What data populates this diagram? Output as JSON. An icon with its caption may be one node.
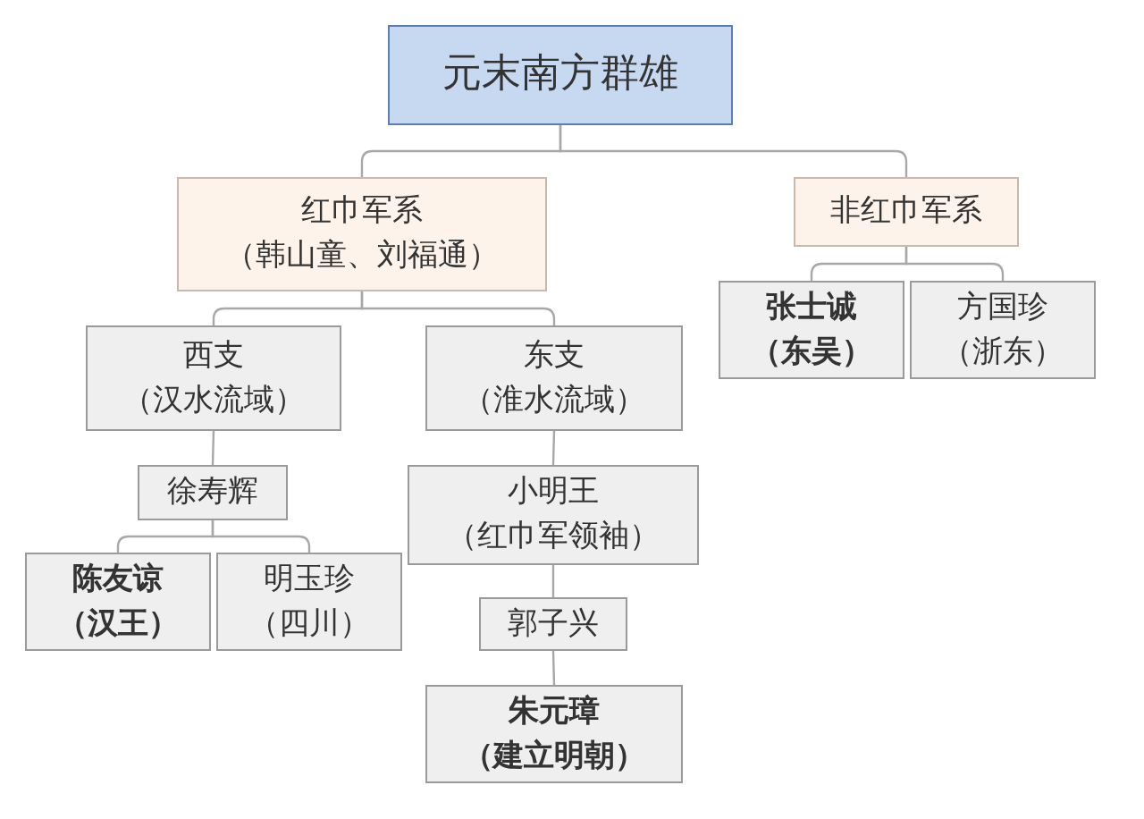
{
  "diagram": {
    "nodes": [
      {
        "text": [
          "元末南方群雄"
        ]
      },
      {
        "text": [
          "红巾军系",
          "（韩山童、刘福通）"
        ]
      },
      {
        "text": [
          "非红巾军系"
        ]
      },
      {
        "text": [
          "西支",
          "（汉水流域）"
        ]
      },
      {
        "text": [
          "东支",
          "（淮水流域）"
        ]
      },
      {
        "text": [
          "张士诚",
          "（东吴）"
        ]
      },
      {
        "text": [
          "方国珍",
          "（浙东）"
        ]
      },
      {
        "text": [
          "徐寿辉"
        ]
      },
      {
        "text": [
          "小明王",
          "（红巾军领袖）"
        ]
      },
      {
        "text": [
          "陈友谅",
          "（汉王）"
        ]
      },
      {
        "text": [
          "明玉珍",
          "（四川）"
        ]
      },
      {
        "text": [
          "郭子兴"
        ]
      },
      {
        "text": [
          "朱元璋",
          "（建立明朝）"
        ]
      }
    ],
    "edges": [
      {
        "from": 0,
        "to": 1,
        "arrow": "none"
      },
      {
        "from": 0,
        "to": 2,
        "arrow": "none"
      },
      {
        "from": 1,
        "to": 3,
        "arrow": "none"
      },
      {
        "from": 1,
        "to": 4,
        "arrow": "none"
      },
      {
        "from": 2,
        "to": 5,
        "arrow": "none"
      },
      {
        "from": 2,
        "to": 6,
        "arrow": "none"
      },
      {
        "from": 3,
        "to": 7,
        "arrow": "none"
      },
      {
        "from": 4,
        "to": 8,
        "arrow": "none"
      },
      {
        "from": 7,
        "to": 9,
        "arrow": "none"
      },
      {
        "from": 7,
        "to": 10,
        "arrow": "none"
      },
      {
        "from": 8,
        "to": 11,
        "arrow": "none"
      },
      {
        "from": 11,
        "to": 12,
        "arrow": "none"
      }
    ]
  }
}
